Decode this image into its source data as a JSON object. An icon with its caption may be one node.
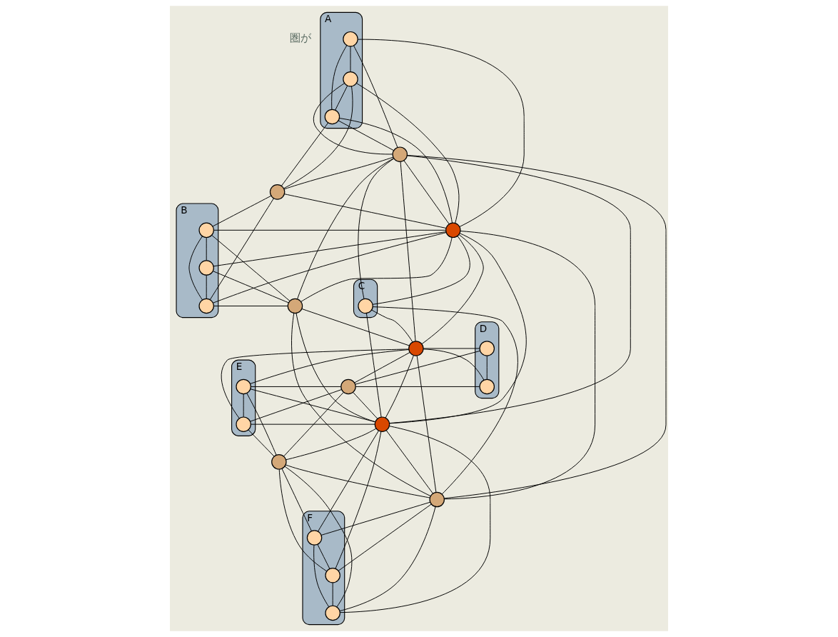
{
  "diagram": {
    "nodes": [
      {
        "text": [
          "A"
        ]
      },
      {
        "text": [
          "B"
        ]
      },
      {
        "text": [
          "C"
        ]
      },
      {
        "text": [
          "D"
        ]
      },
      {
        "text": [
          "E"
        ]
      },
      {
        "text": [
          "F"
        ]
      },
      {
        "text": [],
        "shape": "circle",
        "in": 0
      },
      {
        "text": [],
        "shape": "circle",
        "in": 0
      },
      {
        "text": [],
        "shape": "circle",
        "in": 0
      },
      {
        "text": [],
        "shape": "circle"
      },
      {
        "text": [],
        "shape": "circle"
      },
      {
        "text": [],
        "shape": "circle"
      },
      {
        "text": [],
        "shape": "circle",
        "in": 1
      },
      {
        "text": [],
        "shape": "circle",
        "in": 1
      },
      {
        "text": [],
        "shape": "circle",
        "in": 1
      },
      {
        "text": [],
        "shape": "circle"
      },
      {
        "text": [],
        "shape": "circle",
        "in": 2
      },
      {
        "text": [],
        "shape": "circle"
      },
      {
        "text": [],
        "shape": "circle"
      },
      {
        "text": [],
        "shape": "circle"
      },
      {
        "text": [],
        "shape": "circle",
        "in": 3
      },
      {
        "text": [],
        "shape": "circle",
        "in": 3
      },
      {
        "text": [],
        "shape": "circle"
      },
      {
        "text": [],
        "shape": "circle",
        "in": 4
      },
      {
        "text": [],
        "shape": "circle",
        "in": 4
      },
      {
        "text": [],
        "shape": "circle"
      },
      {
        "text": [],
        "shape": "circle",
        "in": 5
      },
      {
        "text": [],
        "shape": "circle",
        "in": 5
      },
      {
        "text": [],
        "shape": "circle",
        "in": 5
      }
    ],
    "edges": [
      {
        "from": 6,
        "to": 7,
        "arrow": "none"
      },
      {
        "from": 6,
        "to": 9,
        "arrow": "none"
      },
      {
        "from": 6,
        "to": 8,
        "arrow": "none"
      },
      {
        "from": 6,
        "to": 11,
        "arrow": "none"
      },
      {
        "from": 7,
        "to": 8,
        "arrow": "none"
      },
      {
        "from": 7,
        "to": 10,
        "arrow": "none"
      },
      {
        "from": 7,
        "to": 11,
        "arrow": "none"
      },
      {
        "from": 7,
        "to": 9,
        "arrow": "none"
      },
      {
        "from": 8,
        "to": 9,
        "arrow": "none"
      },
      {
        "from": 8,
        "to": 10,
        "arrow": "none"
      },
      {
        "from": 8,
        "to": 11,
        "arrow": "none"
      },
      {
        "from": 9,
        "to": 10,
        "arrow": "none"
      },
      {
        "from": 9,
        "to": 11,
        "arrow": "none"
      },
      {
        "from": 9,
        "to": 15,
        "arrow": "none"
      },
      {
        "from": 9,
        "to": 16,
        "arrow": "none"
      },
      {
        "from": 9,
        "to": 17,
        "arrow": "none"
      },
      {
        "from": 9,
        "to": 18,
        "arrow": "none"
      },
      {
        "from": 9,
        "to": 19,
        "arrow": "none"
      },
      {
        "from": 10,
        "to": 11,
        "arrow": "none"
      },
      {
        "from": 10,
        "to": 12,
        "arrow": "none"
      },
      {
        "from": 10,
        "to": 14,
        "arrow": "none"
      },
      {
        "from": 11,
        "to": 12,
        "arrow": "none"
      },
      {
        "from": 11,
        "to": 13,
        "arrow": "none"
      },
      {
        "from": 11,
        "to": 14,
        "arrow": "none"
      },
      {
        "from": 11,
        "to": 15,
        "arrow": "none"
      },
      {
        "from": 11,
        "to": 16,
        "arrow": "none"
      },
      {
        "from": 11,
        "to": 17,
        "arrow": "none"
      },
      {
        "from": 11,
        "to": 18,
        "arrow": "none"
      },
      {
        "from": 11,
        "to": 19,
        "arrow": "none"
      },
      {
        "from": 12,
        "to": 13,
        "arrow": "none"
      },
      {
        "from": 12,
        "to": 14,
        "arrow": "none"
      },
      {
        "from": 12,
        "to": 15,
        "arrow": "none"
      },
      {
        "from": 13,
        "to": 14,
        "arrow": "none"
      },
      {
        "from": 13,
        "to": 15,
        "arrow": "none"
      },
      {
        "from": 14,
        "to": 15,
        "arrow": "none"
      },
      {
        "from": 15,
        "to": 19,
        "arrow": "none"
      },
      {
        "from": 15,
        "to": 18,
        "arrow": "none"
      },
      {
        "from": 15,
        "to": 17,
        "arrow": "none"
      },
      {
        "from": 16,
        "to": 17,
        "arrow": "none"
      },
      {
        "from": 16,
        "to": 18,
        "arrow": "none"
      },
      {
        "from": 16,
        "to": 19,
        "arrow": "none"
      },
      {
        "from": 17,
        "to": 20,
        "arrow": "none"
      },
      {
        "from": 17,
        "to": 21,
        "arrow": "none"
      },
      {
        "from": 17,
        "to": 22,
        "arrow": "none"
      },
      {
        "from": 17,
        "to": 23,
        "arrow": "none"
      },
      {
        "from": 17,
        "to": 24,
        "arrow": "none"
      },
      {
        "from": 17,
        "to": 18,
        "arrow": "none"
      },
      {
        "from": 17,
        "to": 19,
        "arrow": "none"
      },
      {
        "from": 20,
        "to": 21,
        "arrow": "none"
      },
      {
        "from": 20,
        "to": 22,
        "arrow": "none"
      },
      {
        "from": 21,
        "to": 22,
        "arrow": "none"
      },
      {
        "from": 22,
        "to": 23,
        "arrow": "none"
      },
      {
        "from": 22,
        "to": 24,
        "arrow": "none"
      },
      {
        "from": 22,
        "to": 18,
        "arrow": "none"
      },
      {
        "from": 22,
        "to": 25,
        "arrow": "none"
      },
      {
        "from": 23,
        "to": 24,
        "arrow": "none"
      },
      {
        "from": 23,
        "to": 25,
        "arrow": "none"
      },
      {
        "from": 23,
        "to": 18,
        "arrow": "none"
      },
      {
        "from": 24,
        "to": 18,
        "arrow": "none"
      },
      {
        "from": 24,
        "to": 25,
        "arrow": "none"
      },
      {
        "from": 18,
        "to": 25,
        "arrow": "none"
      },
      {
        "from": 18,
        "to": 19,
        "arrow": "none"
      },
      {
        "from": 18,
        "to": 26,
        "arrow": "none"
      },
      {
        "from": 18,
        "to": 27,
        "arrow": "none"
      },
      {
        "from": 18,
        "to": 28,
        "arrow": "none"
      },
      {
        "from": 25,
        "to": 19,
        "arrow": "none"
      },
      {
        "from": 25,
        "to": 26,
        "arrow": "none"
      },
      {
        "from": 25,
        "to": 27,
        "arrow": "none"
      },
      {
        "from": 25,
        "to": 28,
        "arrow": "none"
      },
      {
        "from": 19,
        "to": 26,
        "arrow": "none"
      },
      {
        "from": 19,
        "to": 27,
        "arrow": "none"
      },
      {
        "from": 19,
        "to": 28,
        "arrow": "none"
      },
      {
        "from": 26,
        "to": 27,
        "arrow": "none"
      },
      {
        "from": 26,
        "to": 28,
        "arrow": "none"
      },
      {
        "from": 27,
        "to": 28,
        "arrow": "none"
      }
    ],
    "labels": [
      "圏が"
    ]
  }
}
